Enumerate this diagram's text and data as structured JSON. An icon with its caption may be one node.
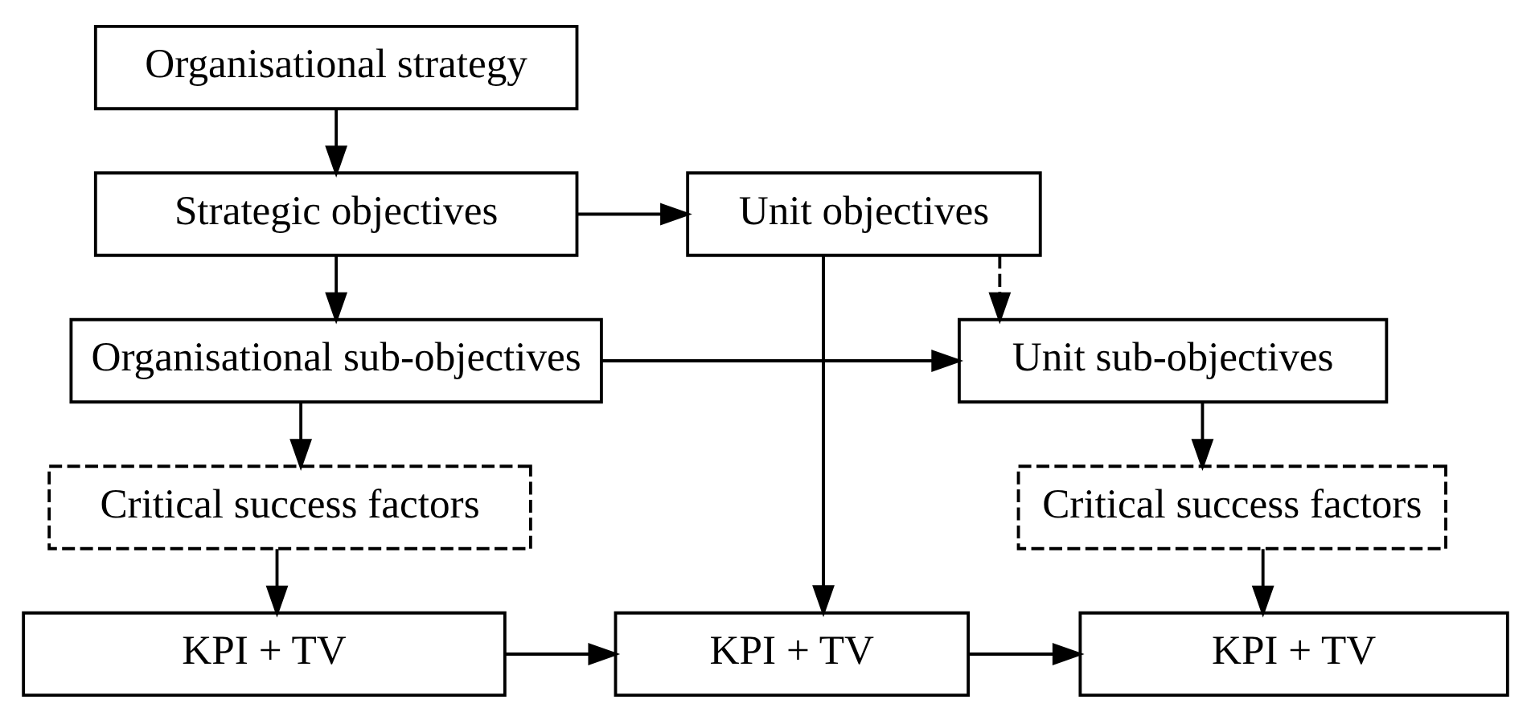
{
  "diagram": {
    "nodes": [
      {
        "text": [
          "Organisational strategy"
        ]
      },
      {
        "text": [
          "Strategic objectives"
        ]
      },
      {
        "text": [
          "Unit objectives"
        ]
      },
      {
        "text": [
          "Organisational sub-objectives"
        ]
      },
      {
        "text": [
          "Unit sub-objectives"
        ]
      },
      {
        "text": [
          "Critical success factors"
        ]
      },
      {
        "text": [
          "Critical success factors"
        ]
      },
      {
        "text": [
          "KPI + TV"
        ]
      },
      {
        "text": [
          "KPI + TV"
        ]
      },
      {
        "text": [
          "KPI + TV"
        ]
      }
    ],
    "edges": [
      {
        "from": 0,
        "to": 1,
        "arrow": "to"
      },
      {
        "from": 1,
        "to": 2,
        "arrow": "to"
      },
      {
        "from": 1,
        "to": 3,
        "arrow": "to"
      },
      {
        "from": 2,
        "to": 4,
        "arrow": "to",
        "style": "dashed"
      },
      {
        "from": 3,
        "to": 4,
        "arrow": "to"
      },
      {
        "from": 3,
        "to": 5,
        "arrow": "to"
      },
      {
        "from": 2,
        "to": 8,
        "arrow": "to"
      },
      {
        "from": 4,
        "to": 6,
        "arrow": "to"
      },
      {
        "from": 5,
        "to": 7,
        "arrow": "to"
      },
      {
        "from": 6,
        "to": 9,
        "arrow": "to"
      },
      {
        "from": 7,
        "to": 8,
        "arrow": "to"
      },
      {
        "from": 8,
        "to": 9,
        "arrow": "to"
      }
    ]
  }
}
